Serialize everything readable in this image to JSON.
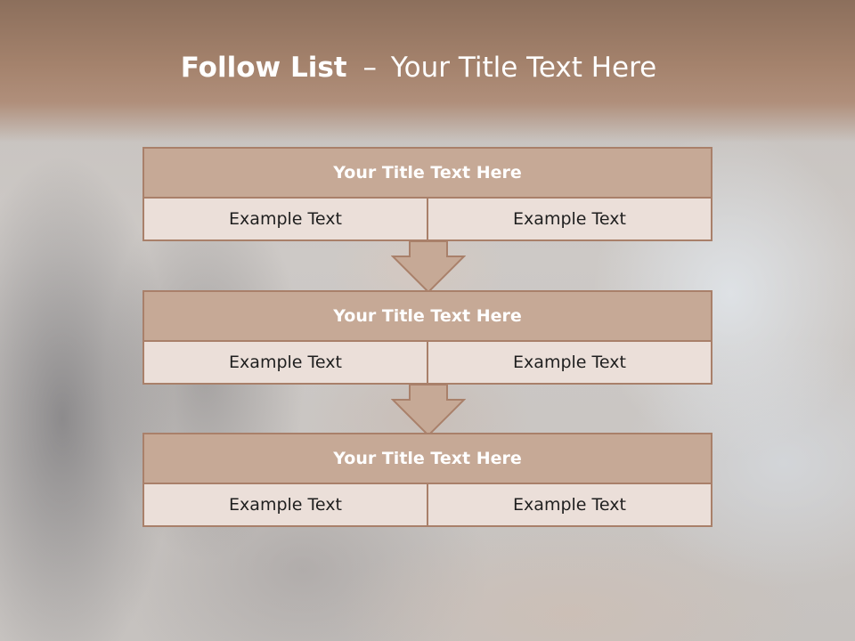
{
  "title": {
    "bold": "Follow List",
    "separator": "–",
    "rest": "Your Title Text Here"
  },
  "blocks": [
    {
      "title": "Your Title Text Here",
      "left": "Example Text",
      "right": "Example Text"
    },
    {
      "title": "Your Title Text Here",
      "left": "Example Text",
      "right": "Example Text"
    },
    {
      "title": "Your Title Text Here",
      "left": "Example Text",
      "right": "Example Text"
    }
  ],
  "colors": {
    "header_band": "#a4826c",
    "title_fill": "#c6a996",
    "cell_fill": "#ebdfd9",
    "border": "#a9806a",
    "arrow_fill": "#c6a996"
  }
}
